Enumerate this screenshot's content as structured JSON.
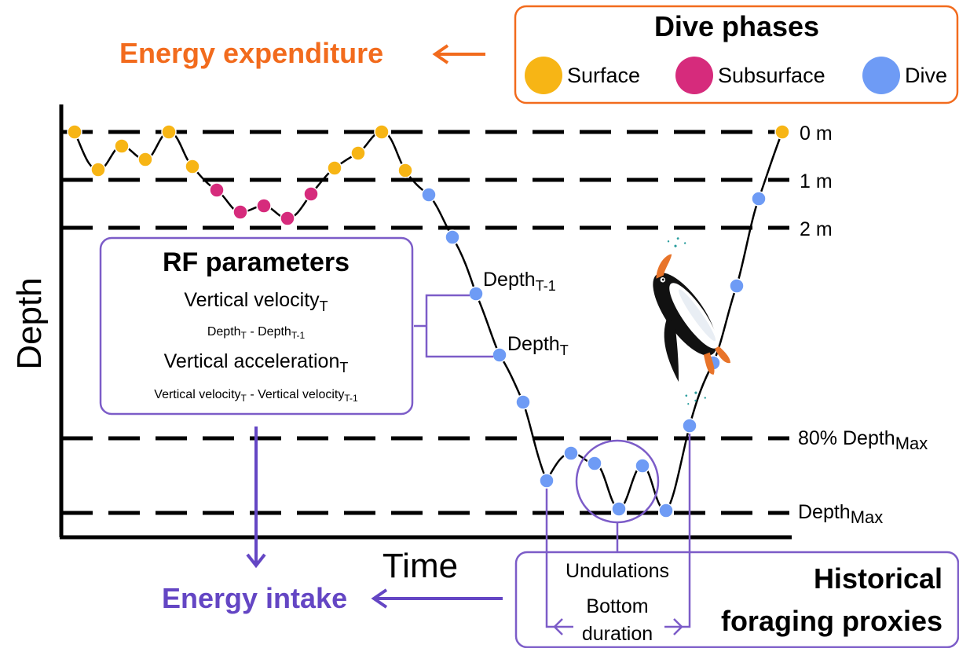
{
  "colors": {
    "surface": "#F7B515",
    "subsurface": "#D62B7C",
    "dive": "#6E9BF5",
    "energy_expenditure": "#F26B1D",
    "energy_intake": "#6446C4",
    "box_border": "#7C5CC8",
    "line": "#000000"
  },
  "energy_expenditure": {
    "label": "Energy expenditure",
    "arrow_icon": "arrow-left-icon"
  },
  "legend": {
    "title": "Dive phases",
    "items": [
      {
        "label": "Surface",
        "color": "#F7B515"
      },
      {
        "label": "Subsurface",
        "color": "#D62B7C"
      },
      {
        "label": "Dive",
        "color": "#6E9BF5"
      }
    ]
  },
  "axes": {
    "y_label": "Depth",
    "x_label": "Time"
  },
  "depth_levels": {
    "zero": "0 m",
    "one": "1 m",
    "two": "2 m",
    "eighty_pct": {
      "main": "80% Depth",
      "sub": "Max"
    },
    "max": {
      "main": "Depth",
      "sub": "Max"
    }
  },
  "point_labels": {
    "prev": {
      "main": "Depth",
      "sub": "T-1"
    },
    "curr": {
      "main": "Depth",
      "sub": "T"
    }
  },
  "rf_box": {
    "title": "RF parameters",
    "velocity": {
      "main": "Vertical velocity",
      "sub": "T"
    },
    "velocity_formula": {
      "a": "Depth",
      "a_sub": "T",
      "minus": " - ",
      "b": "Depth",
      "b_sub": "T-1"
    },
    "acceleration": {
      "main": "Vertical acceleration",
      "sub": "T"
    },
    "acceleration_formula": {
      "a": "Vertical velocity",
      "a_sub": "T",
      "minus": " - ",
      "b": "Vertical velocity",
      "b_sub": "T-1"
    }
  },
  "energy_intake": {
    "label": "Energy intake",
    "arrow_icon": "arrow-left-icon"
  },
  "proxies_box": {
    "title_line1": "Historical",
    "title_line2": "foraging proxies",
    "undulations": "Undulations",
    "bottom_line1": "Bottom",
    "bottom_line2": "duration"
  },
  "illustration": {
    "icon": "penguin-icon"
  }
}
